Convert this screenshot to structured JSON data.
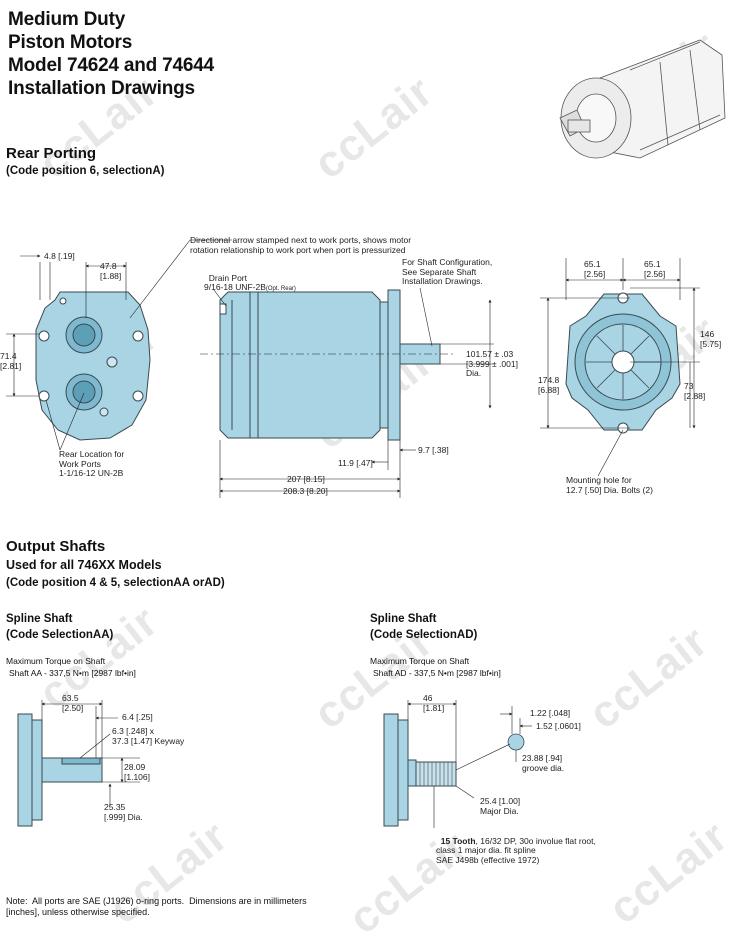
{
  "title_lines": [
    "Medium Duty",
    "Piston Motors",
    "Model 74624 and 74644",
    "Installation Drawings"
  ],
  "rear_porting": {
    "heading": "Rear Porting",
    "subheading": "(Code position 6, selectionA)",
    "labels": {
      "d48": "4.8 [.19]",
      "d478": "47.8\n[1.88]",
      "directional": "Directional arrow stamped next to work ports, shows motor\nrotation relationship to work port when port is pressurized",
      "drain": "Drain Port\n9/16-18 UNF-2B",
      "drain_opt": "(Opt. Rear)",
      "shaft_config": "For Shaft Configuration,\nSee Separate Shaft\nInstallation Drawings.",
      "d714": "71.4\n[2.81]",
      "d10157": "101.57 ± .03\n[3.999 ± .001]\nDia.",
      "rear_location": "Rear Location for\nWork Ports\n1-1/16-12 UN-2B",
      "d119": "11.9 [.47]",
      "d97": "9.7 [.38]",
      "d207": "207 [8.15]",
      "d2083": "208.3 [8.20]",
      "d651a": "65.1\n[2.56]",
      "d651b": "65.1\n[2.56]",
      "d146": "146\n[5.75]",
      "d1748": "174.8\n[6.88]",
      "d73": "73\n[2.88]",
      "mounting": "Mounting hole for\n12.7 [.50] Dia. Bolts (2)"
    }
  },
  "output_shafts": {
    "heading": "Output Shafts",
    "subheading": "Used for all 746XX Models",
    "code": "(Code position 4 & 5, selectionAA orAD)"
  },
  "spline_aa": {
    "heading": "Spline Shaft",
    "code": "(Code SelectionAA)",
    "torque_title": "Maximum Torque on Shaft",
    "torque_value": "Shaft AA - 337,5 N•m [2987 lbf•in]",
    "labels": {
      "d635": "63.5\n[2.50]",
      "d64": "6.4 [.25]",
      "keyway": "6.3 [.248] x\n37.3 [1.47] Keyway",
      "d2809": "28.09\n[1.106]",
      "d2535": "25.35\n[.999] Dia."
    }
  },
  "spline_ad": {
    "heading": "Spline Shaft",
    "code": "(Code SelectionAD)",
    "torque_title": "Maximum Torque on Shaft",
    "torque_value": "Shaft AD - 337,5 N•m [2987 lbf•in]",
    "labels": {
      "d46": "46\n[1.81]",
      "d122": "1.22 [.048]",
      "d152": "1.52 [.0601]",
      "d2388": "23.88 [.94]\ngroove dia.",
      "d254": "25.4 [1.00]\nMajor Dia.",
      "tooth_bold": "15 Tooth",
      "tooth_rest": ", 16/32 DP, 30o involue flat root,\nclass 1 major dia. fit spline\nSAE J498b (effective 1972)"
    }
  },
  "note": "Note:  All ports are SAE (J1926) o-ring ports.  Dimensions are in millimeters\n[inches], unless otherwise specified.",
  "watermark": "ccLair",
  "colors": {
    "part_fill": "#a8d4e4",
    "part_stroke": "#3a4a52",
    "dim_line": "#222222"
  }
}
